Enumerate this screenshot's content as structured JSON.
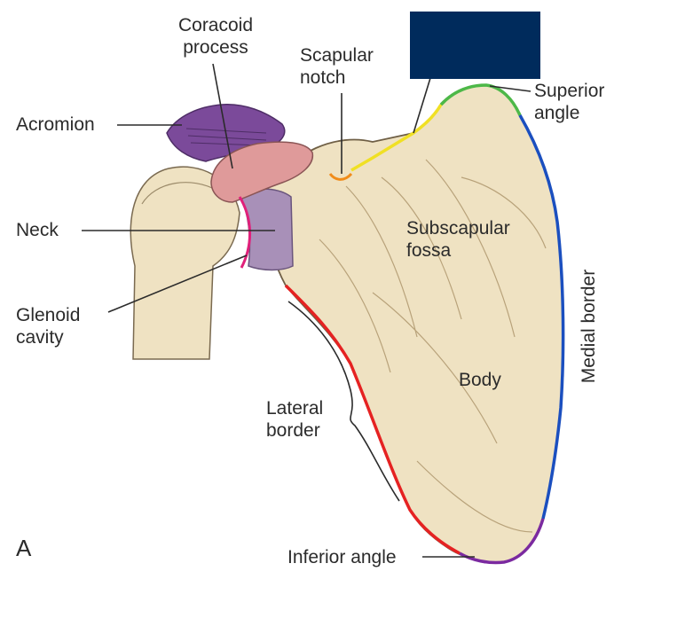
{
  "figure_letter": "A",
  "labels": {
    "coracoid_process": [
      "Coracoid",
      "process"
    ],
    "scapular_notch": [
      "Scapular",
      "notch"
    ],
    "acromion": "Acromion",
    "superior_angle": [
      "Superior",
      "angle"
    ],
    "neck": "Neck",
    "subscapular_fossa": [
      "Subscapular",
      "fossa"
    ],
    "glenoid_cavity": [
      "Glenoid",
      "cavity"
    ],
    "medial_border": "Medial border",
    "body": "Body",
    "lateral_border": [
      "Lateral",
      "border"
    ],
    "inferior_angle": "Inferior angle"
  },
  "colors": {
    "bone": "#efe2c2",
    "acromion": "#7b4a9a",
    "coracoid": "#df9a9a",
    "neck": "#a890b8",
    "superior_border": "#f0e024",
    "superior_angle": "#4db848",
    "medial_border": "#1b4fbf",
    "lateral_border": "#e52222",
    "inferior_angle": "#7b2aa0",
    "glenoid_cavity": "#e0207a",
    "scapular_notch": "#f08c1a",
    "answer_mask": "#002b5c"
  }
}
